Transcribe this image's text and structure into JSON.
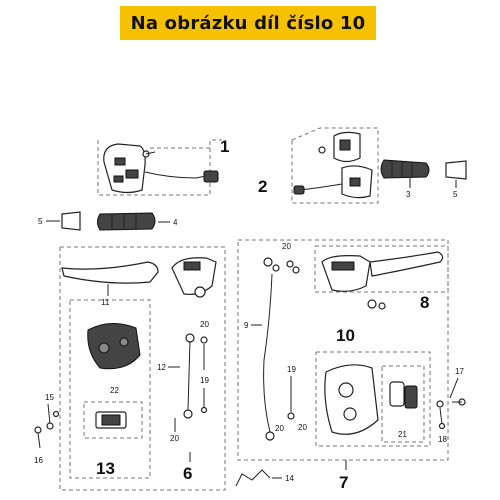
{
  "banner": {
    "text": "Na obrázku díl číslo 10"
  },
  "diagram": {
    "callouts": {
      "c1": "1",
      "c2": "2",
      "c6": "6",
      "c7": "7",
      "c8": "8",
      "c10": "10",
      "c13": "13"
    },
    "parts": {
      "p3": "3",
      "p4": "4",
      "p5a": "5",
      "p5b": "5",
      "p9": "9",
      "p11": "11",
      "p12": "12",
      "p14": "14",
      "p15": "15",
      "p16": "16",
      "p17": "17",
      "p18": "18",
      "p19a": "19",
      "p19b": "19",
      "p20a": "20",
      "p20b": "20",
      "p20c": "20",
      "p20d": "20",
      "p20e": "20",
      "p21": "21",
      "p22": "22"
    }
  }
}
